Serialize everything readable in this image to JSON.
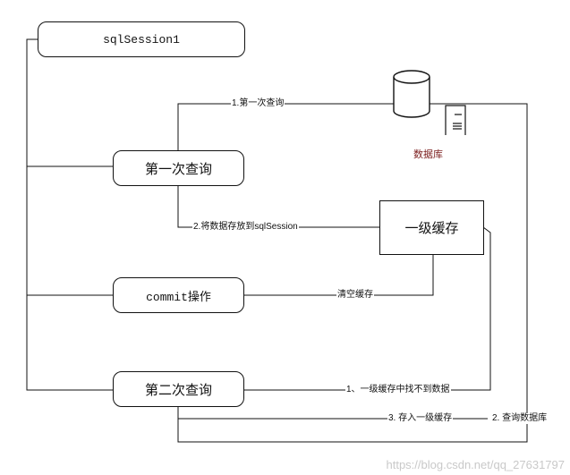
{
  "nodes": {
    "session": "sqlSession1",
    "first_query": "第一次查询",
    "cache": "一级缓存",
    "commit": "commit操作",
    "second_query": "第二次查询",
    "database": "数据库"
  },
  "edges": {
    "first_query_db": "1.第一次查询",
    "store_cache": "2.将数据存放到sqlSession",
    "clear_cache": "清空缓存",
    "cache_miss": "1、一级缓存中找不到数据",
    "store_cache_2": "3. 存入一级缓存",
    "query_db": "2. 查询数据库"
  },
  "watermark": "https://blog.csdn.net/qq_27631797",
  "colors": {
    "line": "#111111",
    "db_label": "#7b1d1d",
    "watermark": "#c9c9c9"
  },
  "icons": {
    "database": "cylinder-icon",
    "server": "server-icon"
  }
}
